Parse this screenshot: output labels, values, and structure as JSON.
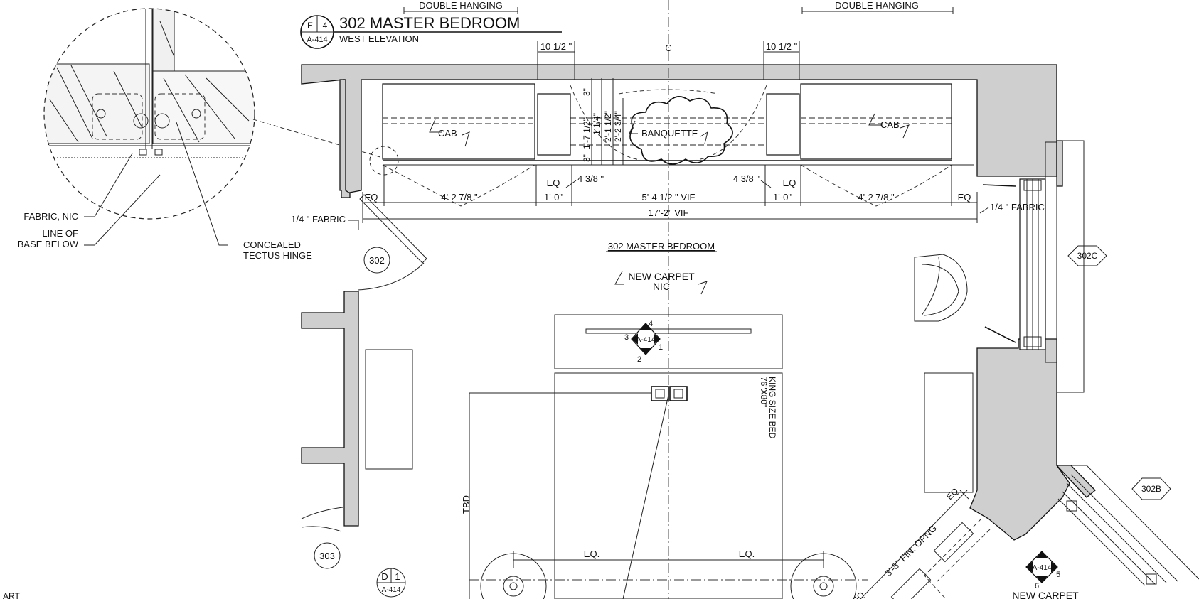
{
  "title": {
    "room": "302 MASTER BEDROOM",
    "view": "WEST ELEVATION",
    "tag_top_left": "E",
    "tag_top_right": "4",
    "tag_bottom": "A-414"
  },
  "header_labels": {
    "left": "DOUBLE HANGING",
    "right": "DOUBLE HANGING"
  },
  "centerline": "C",
  "detail_callouts": {
    "fabric": "FABRIC, NIC",
    "base_line1": "LINE OF",
    "base_line2": "BASE BELOW",
    "hinge_line1": "CONCEALED",
    "hinge_line2": "TECTUS HINGE"
  },
  "casework": {
    "cab_left": "CAB",
    "cab_right": "CAB",
    "banquette": "BANQUETTE"
  },
  "dimensions": {
    "top_left": "10 1/2 \"",
    "top_right": "10 1/2 \"",
    "v1": "3\"",
    "v2": "1'-7 1/2\"",
    "v3": "1 1/4\"",
    "v4": "2'-1 1/2\"",
    "v5": "2'-2 3/4\"",
    "v6": "3\"",
    "eq": "EQ",
    "four_three_eighths": "4 3/8 \"",
    "seg_cab": "4'-2 7/8 \"",
    "seg_one": "1'-0\"",
    "center": "5'-4 1/2 \" VIF",
    "overall": "17'-2\" VIF",
    "fabric_left": "1/4 \" FABRIC",
    "fabric_right": "1/4 \" FABRIC",
    "eq_dot": "EQ.",
    "tbd": "TBD",
    "opening": "3'-8\" FIN. OPNG"
  },
  "room_labels": {
    "room_name": "302 MASTER BEDROOM",
    "carpet_line1": "NEW CARPET",
    "carpet_line2": "NIC",
    "carpet_bottom": "NEW CARPET",
    "bed_line1": "KING SIZE BED",
    "bed_line2": "76\"X80\""
  },
  "tags": {
    "door_302": "302",
    "door_303": "303",
    "tag_302c": "302C",
    "tag_302b": "302B",
    "sec_d_top": "D",
    "sec_d_num": "1",
    "sec_d_bottom": "A-414",
    "marker_ref": "A-414",
    "m_n1": "4",
    "m_n2": "3",
    "m_n3": "1",
    "m_n4": "2",
    "m2_n1": "5",
    "m2_n2": "6",
    "art": "ART"
  }
}
